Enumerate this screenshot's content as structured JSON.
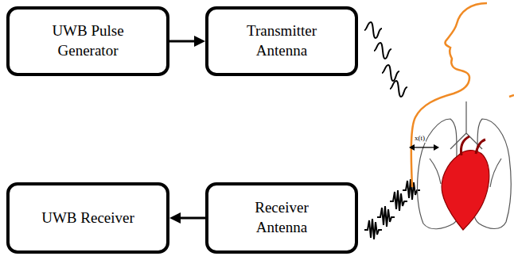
{
  "diagram": {
    "nodes": [
      {
        "text": [
          "UWB Pulse Generator"
        ]
      },
      {
        "text": [
          "Transmitter Antenna"
        ]
      },
      {
        "text": [
          "UWB Receiver"
        ]
      },
      {
        "text": [
          "Receiver Antenna"
        ]
      }
    ],
    "edges": [
      {
        "from": 0,
        "to": 1,
        "arrow": "to"
      },
      {
        "from": 3,
        "to": 2,
        "arrow": "to"
      }
    ],
    "labels": [
      "x(t)"
    ]
  }
}
